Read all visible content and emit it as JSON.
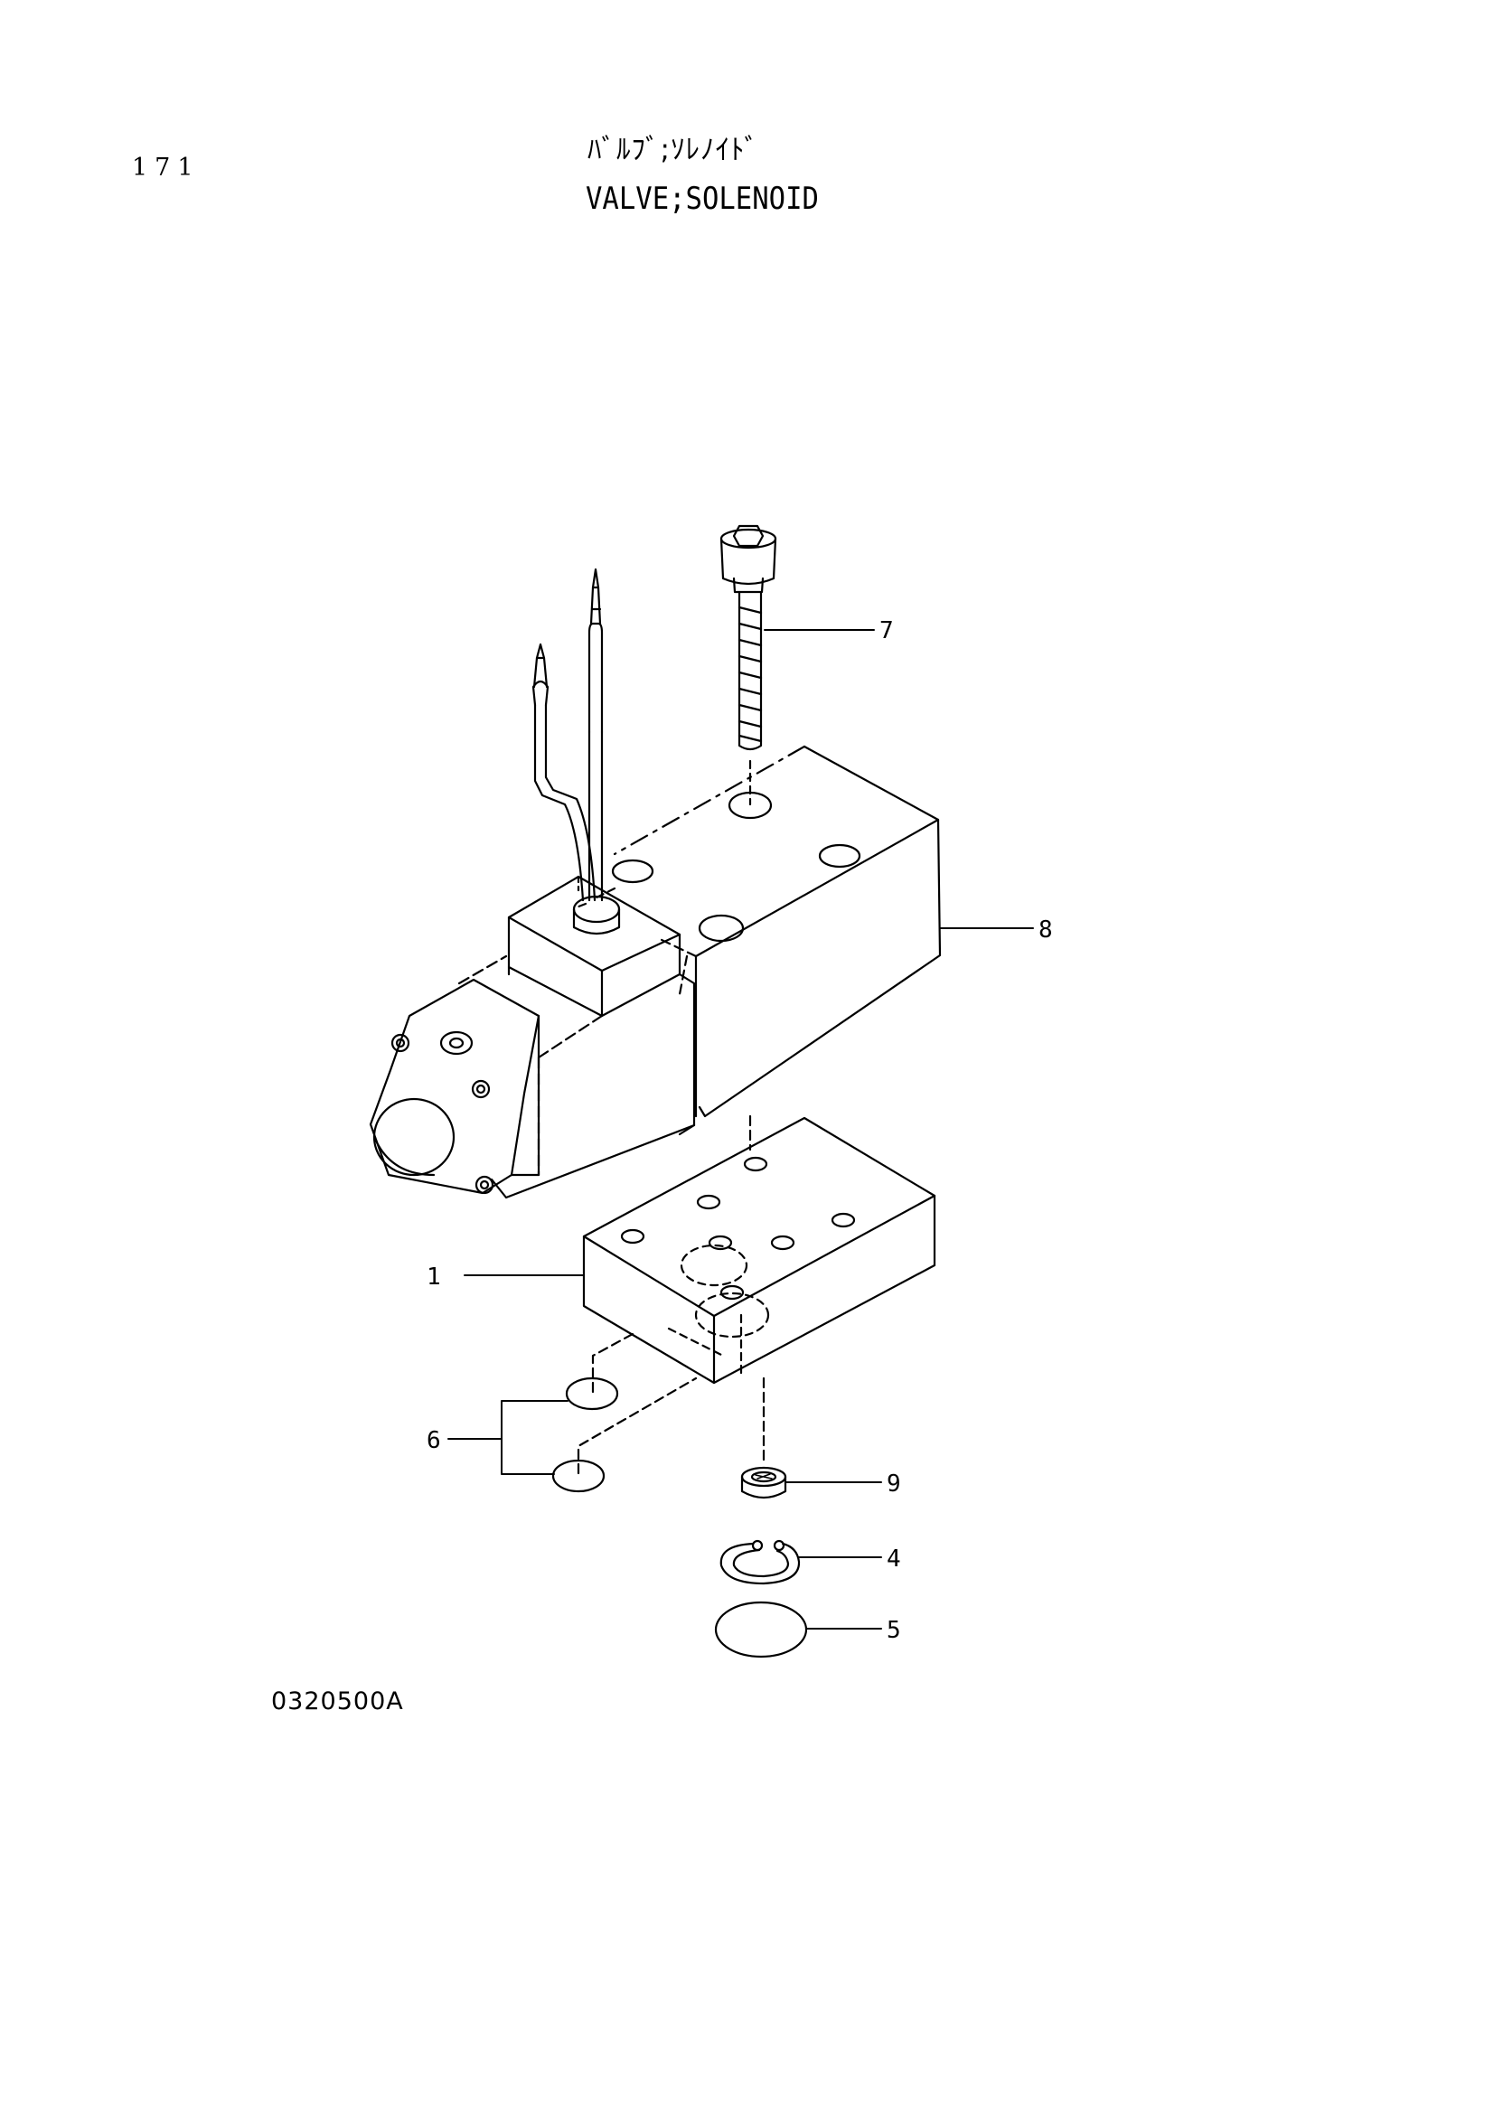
{
  "page": {
    "number": "171"
  },
  "title": {
    "japanese": "ﾊﾞﾙﾌﾞ;ｿﾚﾉｲﾄﾞ",
    "english": "VALVE;SOLENOID"
  },
  "drawing_code": "0320500A",
  "callouts": [
    {
      "label": "7",
      "part": "socket head bolt"
    },
    {
      "label": "8",
      "part": "solenoid valve"
    },
    {
      "label": "1",
      "part": "block"
    },
    {
      "label": "6",
      "part": "O-rings"
    },
    {
      "label": "9",
      "part": "filter"
    },
    {
      "label": "4",
      "part": "snap ring"
    },
    {
      "label": "5",
      "part": "O-ring"
    }
  ]
}
